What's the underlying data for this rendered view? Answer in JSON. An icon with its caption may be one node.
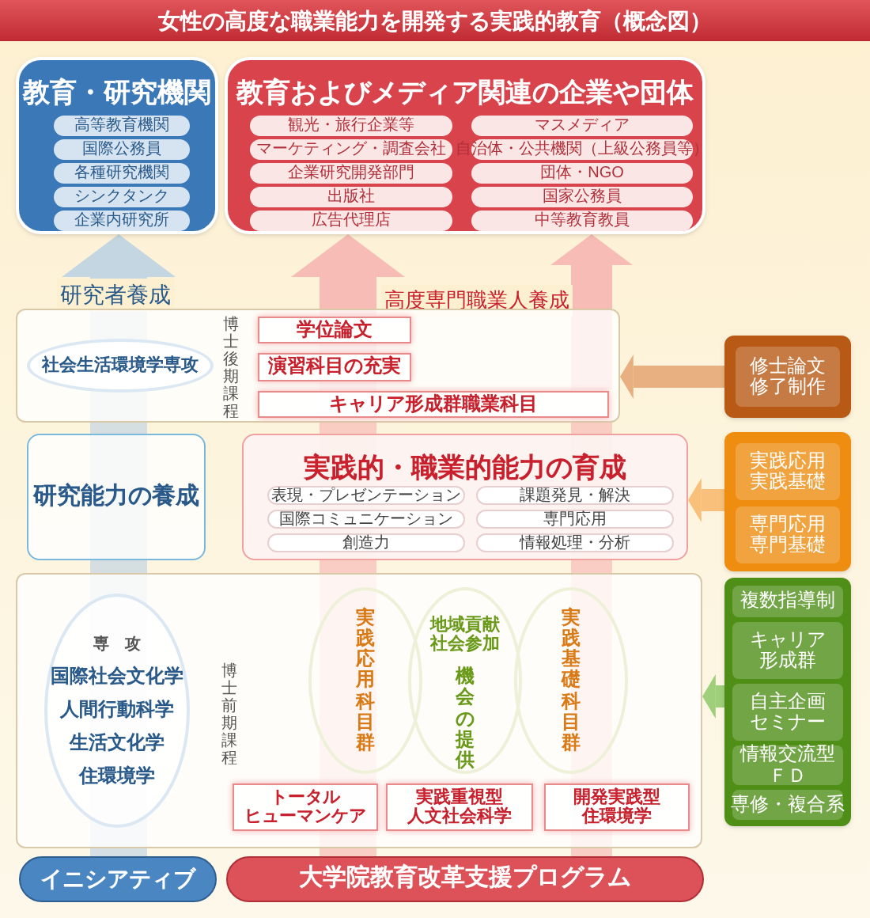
{
  "diagram": {
    "title": "女性の高度な職業能力を開発する実践的教育（概念図）",
    "nodes": [
      {
        "text": [
          "教育・研究機関"
        ]
      },
      {
        "text": [
          "高等教育機関"
        ],
        "in": 0
      },
      {
        "text": [
          "国際公務員"
        ],
        "in": 0
      },
      {
        "text": [
          "各種研究機関"
        ],
        "in": 0
      },
      {
        "text": [
          "シンクタンク"
        ],
        "in": 0
      },
      {
        "text": [
          "企業内研究所"
        ],
        "in": 0
      },
      {
        "text": [
          "教育およびメディア関連の企業や団体"
        ]
      },
      {
        "text": [
          "観光・旅行企業等"
        ],
        "in": 6
      },
      {
        "text": [
          "マーケティング・調査会社"
        ],
        "in": 6
      },
      {
        "text": [
          "企業研究開発部門"
        ],
        "in": 6
      },
      {
        "text": [
          "出版社"
        ],
        "in": 6
      },
      {
        "text": [
          "広告代理店"
        ],
        "in": 6
      },
      {
        "text": [
          "マスメディア"
        ],
        "in": 6
      },
      {
        "text": [
          "自治体・公共機関（上級公務員等）"
        ],
        "in": 6
      },
      {
        "text": [
          "団体・NGO"
        ],
        "in": 6
      },
      {
        "text": [
          "国家公務員"
        ],
        "in": 6
      },
      {
        "text": [
          "中等教育教員"
        ],
        "in": 6
      },
      {
        "text": [
          "博士後期課程"
        ]
      },
      {
        "text": [
          "社会生活環境学専攻"
        ],
        "in": 17
      },
      {
        "text": [
          "学位論文"
        ],
        "in": 17
      },
      {
        "text": [
          "演習科目の充実"
        ],
        "in": 17
      },
      {
        "text": [
          "キャリア形成群職業科目"
        ],
        "in": 17
      },
      {
        "text": [
          "研究能力の養成"
        ]
      },
      {
        "text": [
          "実践的・職業的能力の育成"
        ]
      },
      {
        "text": [
          "表現・プレゼンテーション"
        ],
        "in": 23
      },
      {
        "text": [
          "課題発見・解決"
        ],
        "in": 23
      },
      {
        "text": [
          "国際コミュニケーション"
        ],
        "in": 23
      },
      {
        "text": [
          "専門応用"
        ],
        "in": 23
      },
      {
        "text": [
          "創造力"
        ],
        "in": 23
      },
      {
        "text": [
          "情報処理・分析"
        ],
        "in": 23
      },
      {
        "text": [
          "博士前期課程"
        ]
      },
      {
        "text": [
          "専　攻",
          "国際社会文化学",
          "人間行動科学",
          "生活文化学",
          "住環境学"
        ],
        "in": 30
      },
      {
        "text": [
          "実践応用科目群"
        ],
        "in": 30
      },
      {
        "text": [
          "地域貢献社会参加",
          "機会の提供"
        ],
        "in": 30
      },
      {
        "text": [
          "実践基礎科目群"
        ],
        "in": 30
      },
      {
        "text": [
          "トータル",
          "ヒューマンケア"
        ],
        "in": 30
      },
      {
        "text": [
          "実践重視型",
          "人文社会科学"
        ],
        "in": 30
      },
      {
        "text": [
          "開発実践型",
          "住環境学"
        ],
        "in": 30
      },
      {
        "text": [
          "イニシアティブ"
        ]
      },
      {
        "text": [
          "大学院教育改革支援プログラム"
        ]
      },
      {
        "text": [],
        "shape": "box"
      },
      {
        "text": [
          "修士論文修了制作"
        ],
        "in": 40
      },
      {
        "text": [],
        "shape": "box"
      },
      {
        "text": [
          "実践応用実践基礎"
        ],
        "in": 42
      },
      {
        "text": [
          "専門応用専門基礎"
        ],
        "in": 42
      },
      {
        "text": [],
        "shape": "box"
      },
      {
        "text": [
          "複数指導制"
        ],
        "in": 45
      },
      {
        "text": [
          "キャリア形成群"
        ],
        "in": 45
      },
      {
        "text": [
          "自主企画セミナー"
        ],
        "in": 45
      },
      {
        "text": [
          "情報交流型ＦＤ"
        ],
        "in": 45
      },
      {
        "text": [
          "専修・複合系"
        ],
        "in": 45
      }
    ],
    "edges": [
      {
        "from": 17,
        "to": 0,
        "arrow": "to",
        "label": "研究者養成",
        "style": "thick",
        "color": "#c3d6e2"
      },
      {
        "from": 19,
        "to": 6,
        "arrow": "to",
        "style": "thick",
        "color": "#f7bcb6"
      },
      {
        "from": 21,
        "to": 6,
        "arrow": "to",
        "style": "thick",
        "color": "#f7bcb6"
      },
      {
        "from": 40,
        "to": 17,
        "arrow": "to",
        "color": "#e8b080"
      },
      {
        "from": 42,
        "to": 23,
        "arrow": "to",
        "color": "#f8c07a"
      },
      {
        "from": 45,
        "to": 30,
        "arrow": "to",
        "color": "#9fcf7a"
      }
    ],
    "labels": [
      "高度専門職業人養成"
    ]
  }
}
